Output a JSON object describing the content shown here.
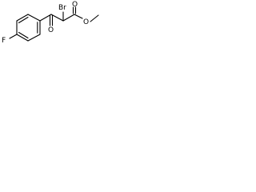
{
  "molecule": {
    "atoms": {
      "fluorine": "F",
      "bromine": "Br",
      "ketone_oxygen": "O",
      "ester_carbonyl_oxygen": "O",
      "ester_ether_oxygen": "O"
    }
  },
  "colors": {
    "bond": "#000000",
    "label": "#000000",
    "background": "#ffffff"
  }
}
